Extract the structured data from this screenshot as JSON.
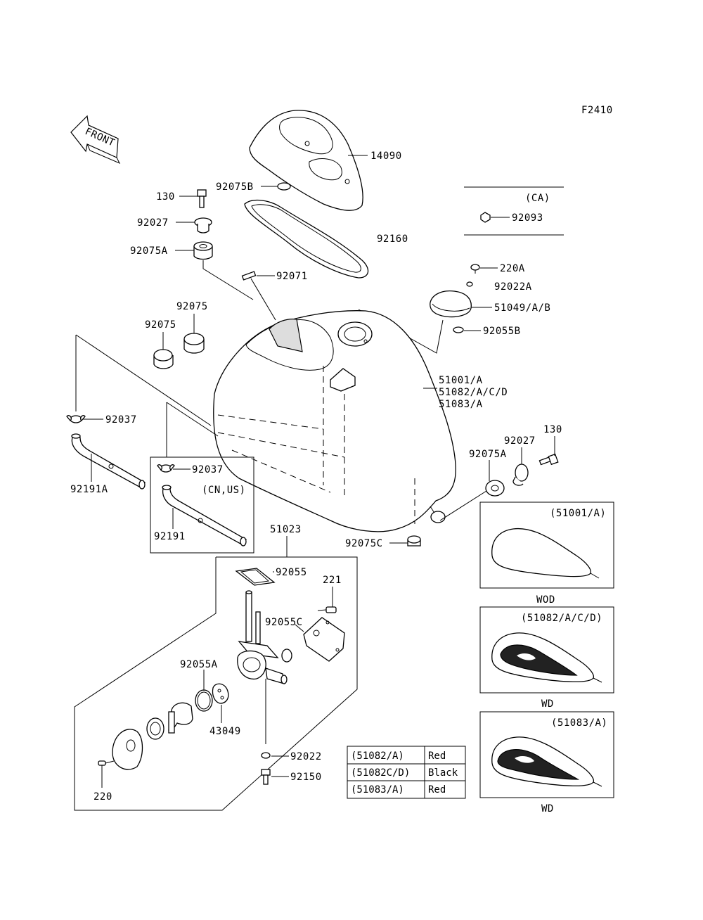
{
  "figure_code": "F2410",
  "front_label": "FRONT",
  "labels": {
    "p14090": "14090",
    "p92075B": "92075B",
    "p130a": "130",
    "p92027a": "92027",
    "p92075Aa": "92075A",
    "p92160": "92160",
    "p92071": "92071",
    "ca": "(CA)",
    "p92093": "92093",
    "p220A": "220A",
    "p92022A": "92022A",
    "p51049": "51049/A/B",
    "p92055B": "92055B",
    "p92075_1": "92075",
    "p92075_2": "92075",
    "p51001": "51001/A",
    "p51082": "51082/A/C/D",
    "p51083": "51083/A",
    "p92037a": "92037",
    "p92191A": "92191A",
    "p92037b": "92037",
    "cnus": "(CN,US)",
    "p92191": "92191",
    "p130b": "130",
    "p92027b": "92027",
    "p92075Ab": "92075A",
    "p92075C": "92075C",
    "p51023": "51023",
    "p92055": "92055",
    "p221": "221",
    "p92055C": "92055C",
    "p92055A": "92055A",
    "p43049": "43049",
    "p92022": "92022",
    "p92150": "92150",
    "p220": "220"
  },
  "variant_boxes": [
    {
      "code": "(51001/A)",
      "caption": "WOD"
    },
    {
      "code": "(51082/A/C/D)",
      "caption": "WD"
    },
    {
      "code": "(51083/A)",
      "caption": "WD"
    }
  ],
  "color_table": [
    {
      "part": "(51082/A)",
      "color": "Red"
    },
    {
      "part": "(51082C/D)",
      "color": "Black"
    },
    {
      "part": "(51083/A)",
      "color": "Red"
    }
  ]
}
